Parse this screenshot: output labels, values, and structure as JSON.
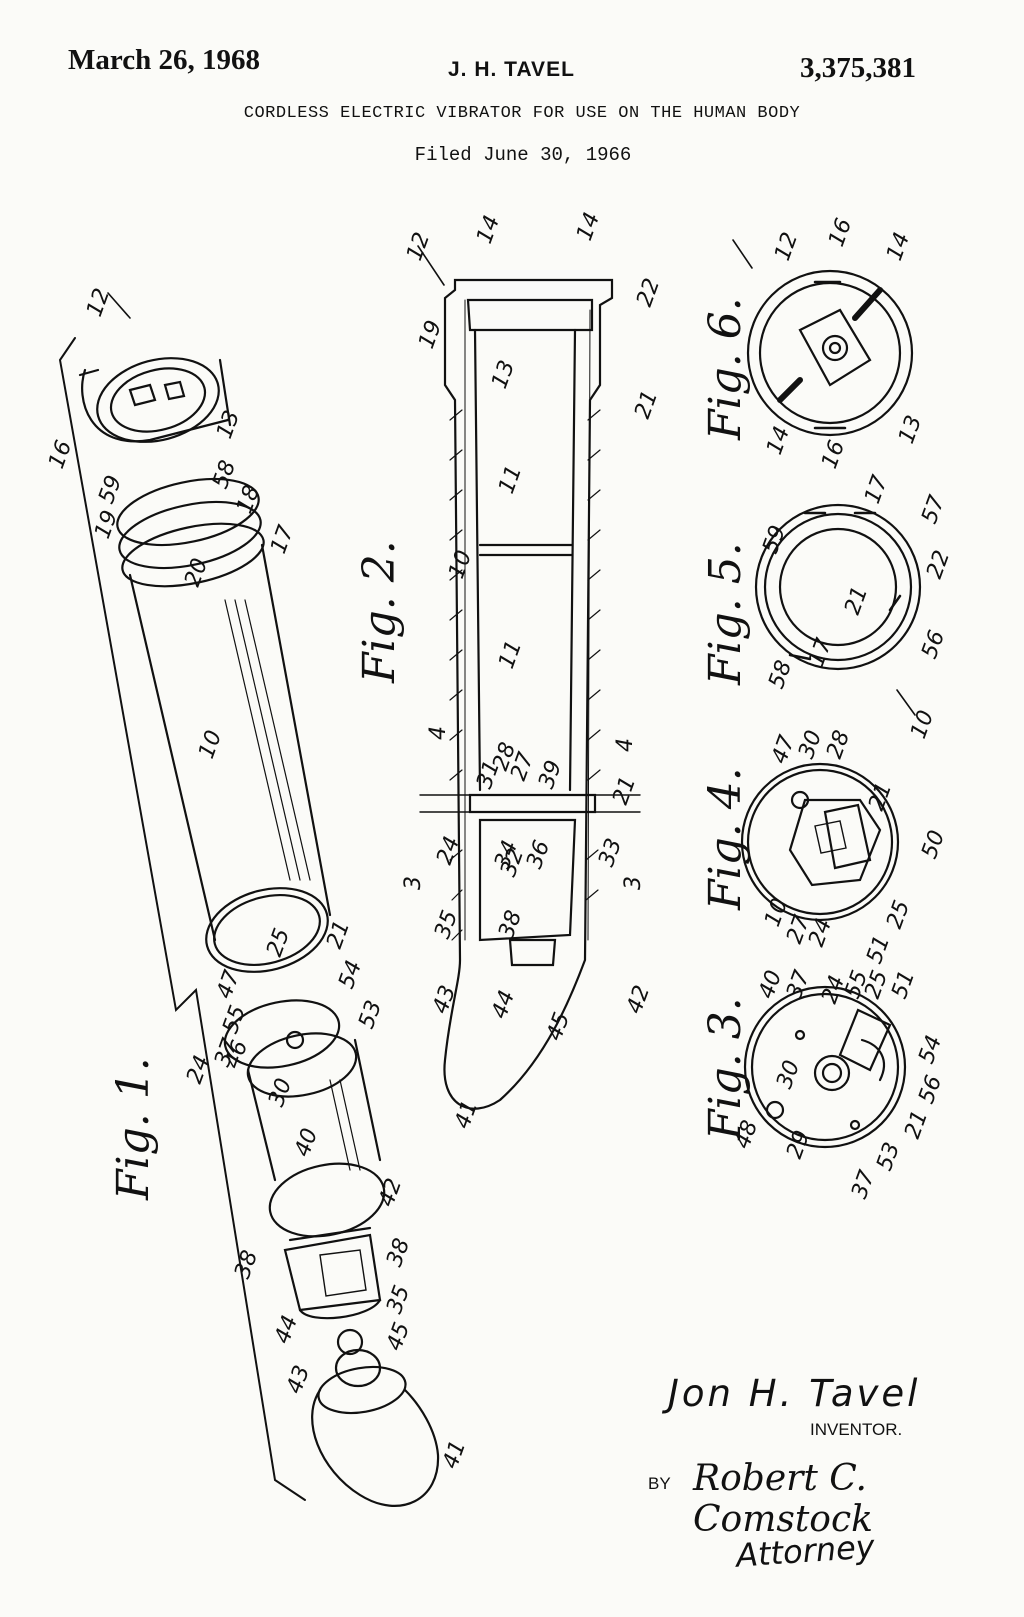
{
  "header": {
    "date": "March 26, 1968",
    "inventor": "J. H. TAVEL",
    "patent_number": "3,375,381",
    "title": "CORDLESS ELECTRIC VIBRATOR FOR USE ON THE HUMAN BODY",
    "filed": "Filed June 30, 1966"
  },
  "figures": {
    "fig1": "Fig. 1.",
    "fig2": "Fig. 2.",
    "fig3": "Fig. 3.",
    "fig4": "Fig. 4.",
    "fig5": "Fig. 5.",
    "fig6": "Fig. 6."
  },
  "signature_block": {
    "inventor_signature": "Jon H. Tavel",
    "inventor_caption": "INVENTOR.",
    "by": "BY",
    "attorney_signature": "Robert C. Comstock",
    "attorney_caption": "Attorney"
  },
  "reference_numerals": {
    "fig1": [
      "12",
      "16",
      "13",
      "58",
      "59",
      "18",
      "19",
      "17",
      "20",
      "10",
      "25",
      "21",
      "54",
      "47",
      "55",
      "37",
      "53",
      "24",
      "46",
      "30",
      "40",
      "42",
      "38",
      "38",
      "35",
      "44",
      "45",
      "43",
      "41"
    ],
    "fig2": [
      "12",
      "14",
      "14",
      "22",
      "19",
      "13",
      "21",
      "11",
      "10",
      "11",
      "4",
      "4",
      "28",
      "27",
      "39",
      "31",
      "24",
      "21",
      "3",
      "3",
      "34",
      "32",
      "36",
      "33",
      "38",
      "35",
      "43",
      "44",
      "45",
      "42",
      "41"
    ],
    "fig3": [
      "40",
      "37",
      "24",
      "55",
      "25",
      "51",
      "54",
      "30",
      "56",
      "48",
      "29",
      "21",
      "53",
      "37"
    ],
    "fig4": [
      "47",
      "30",
      "28",
      "21",
      "50",
      "10",
      "27",
      "24",
      "25",
      "51"
    ],
    "fig5": [
      "17",
      "57",
      "59",
      "22",
      "21",
      "58",
      "56",
      "17",
      "10"
    ],
    "fig6": [
      "12",
      "16",
      "14",
      "14",
      "13",
      "16"
    ]
  }
}
